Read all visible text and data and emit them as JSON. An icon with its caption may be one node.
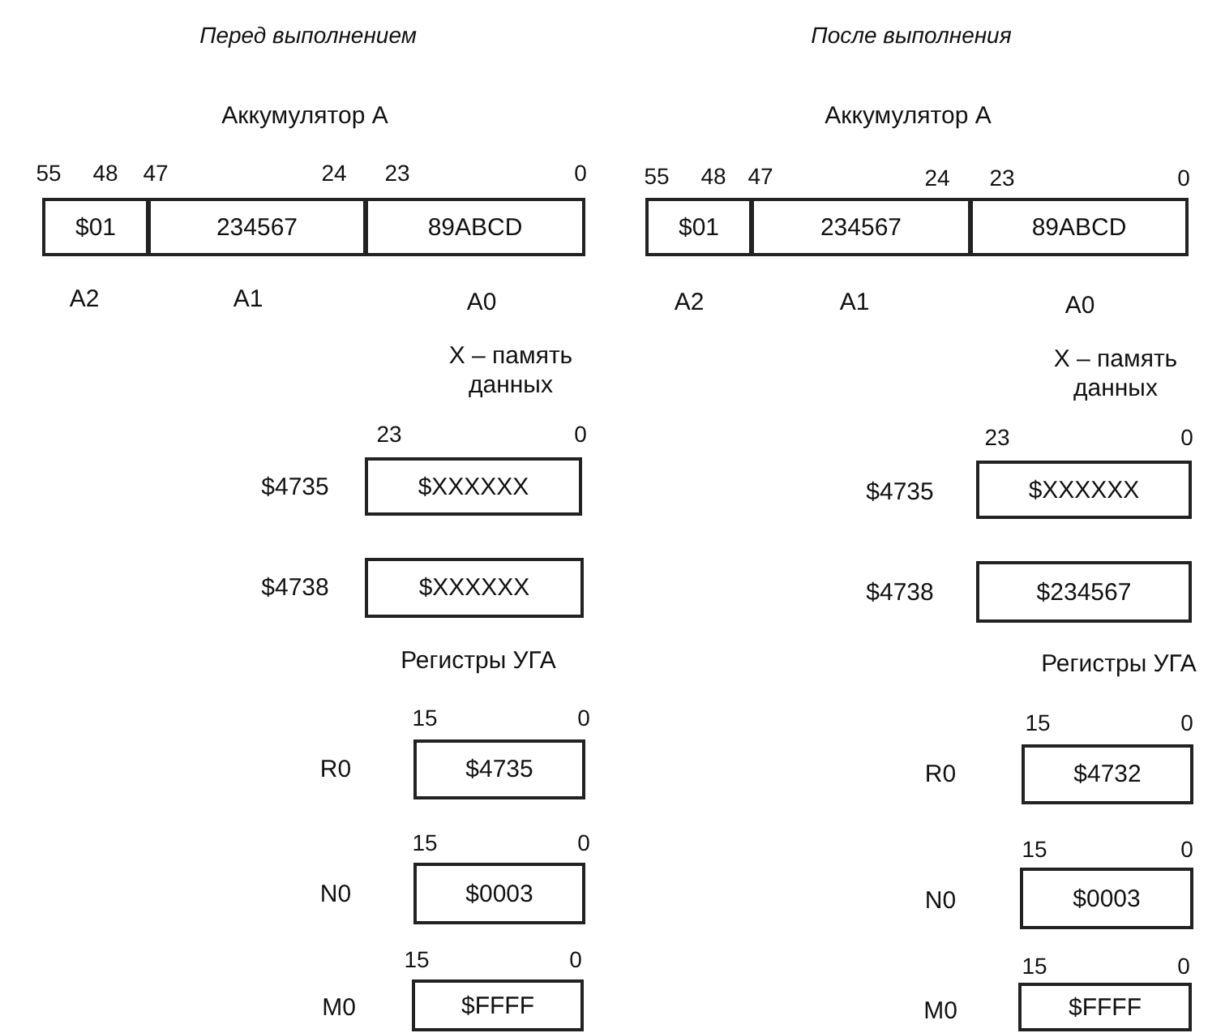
{
  "diagram": {
    "nodes": [
      {
        "text": [
          "$01"
        ],
        "beside": [
          "A2"
        ]
      },
      {
        "text": [
          "234567"
        ],
        "beside": [
          "A1"
        ]
      },
      {
        "text": [
          "89ABCD"
        ],
        "beside": [
          "A0"
        ]
      },
      {
        "text": [
          "$XXXXXX"
        ],
        "beside": [
          "$4735"
        ]
      },
      {
        "text": [
          "$XXXXXX"
        ],
        "beside": [
          "$4738"
        ]
      },
      {
        "text": [
          "$4735"
        ],
        "beside": [
          "R0"
        ]
      },
      {
        "text": [
          "$0003"
        ],
        "beside": [
          "N0"
        ]
      },
      {
        "text": [
          "$FFFF"
        ],
        "beside": [
          "M0"
        ]
      },
      {
        "text": [
          "$01"
        ],
        "beside": [
          "A2"
        ]
      },
      {
        "text": [
          "234567"
        ],
        "beside": [
          "A1"
        ]
      },
      {
        "text": [
          "89ABCD"
        ],
        "beside": [
          "A0"
        ]
      },
      {
        "text": [
          "$XXXXXX"
        ],
        "beside": [
          "$4735"
        ]
      },
      {
        "text": [
          "$234567"
        ],
        "beside": [
          "$4738"
        ]
      },
      {
        "text": [
          "$4732"
        ],
        "beside": [
          "R0"
        ]
      },
      {
        "text": [
          "$0003"
        ],
        "beside": [
          "N0"
        ]
      },
      {
        "text": [
          "$FFFF"
        ],
        "beside": [
          "M0"
        ]
      }
    ],
    "labels": [
      "Перед выполнением",
      "После выполнения",
      "Аккумулятор А",
      "Аккумулятор А",
      "55",
      "48",
      "47",
      "24",
      "23",
      "0",
      "55",
      "48",
      "47",
      "24",
      "23",
      "0",
      "X – память данных",
      "X – память данных",
      "23",
      "0",
      "23",
      "0",
      "Регистры УГА",
      "Регистры УГА",
      "15",
      "0",
      "15",
      "0",
      "15",
      "0",
      "15",
      "0",
      "15",
      "0",
      "15",
      "0"
    ]
  }
}
